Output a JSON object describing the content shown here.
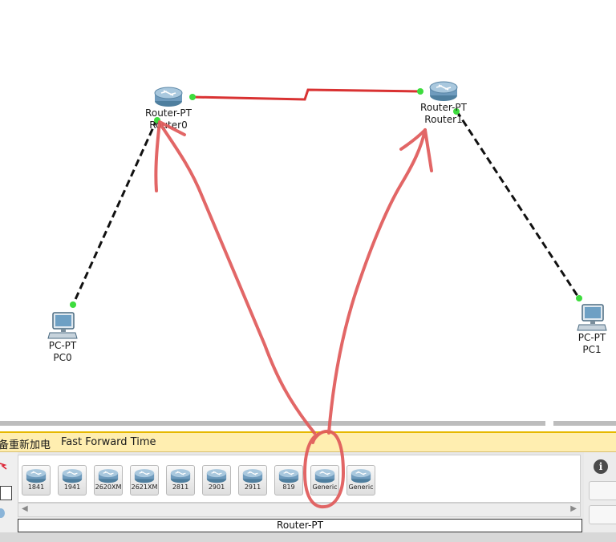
{
  "topology": {
    "devices": [
      {
        "id": "router0",
        "type_label": "Router-PT",
        "name": "Router0"
      },
      {
        "id": "router1",
        "type_label": "Router-PT",
        "name": "Router1"
      },
      {
        "id": "pc0",
        "type_label": "PC-PT",
        "name": "PC0"
      },
      {
        "id": "pc1",
        "type_label": "PC-PT",
        "name": "PC1"
      }
    ],
    "links": [
      {
        "from": "router0",
        "to": "router1",
        "style": "serial",
        "color": "#d93232"
      },
      {
        "from": "router0",
        "to": "pc0",
        "style": "copper-crossover",
        "color": "#111111"
      },
      {
        "from": "router1",
        "to": "pc1",
        "style": "copper-crossover",
        "color": "#111111"
      }
    ],
    "link_status_color": "#3ddc3d"
  },
  "simbar": {
    "power_cycle_label": "备重新加电",
    "time_mode_label": "Fast Forward Time"
  },
  "device_panel": {
    "models": [
      "1841",
      "1941",
      "2620XM",
      "2621XM",
      "2811",
      "2901",
      "2911",
      "819",
      "Generic",
      "Generic"
    ],
    "selected_model": "Router-PT",
    "info_icon": "i"
  },
  "annotations": {
    "color": "#e05a5a",
    "description_icon": "freehand-arrows"
  },
  "colors": {
    "simbar_bg": "#ffeeb0",
    "router_icon": "#6f9bbd"
  }
}
